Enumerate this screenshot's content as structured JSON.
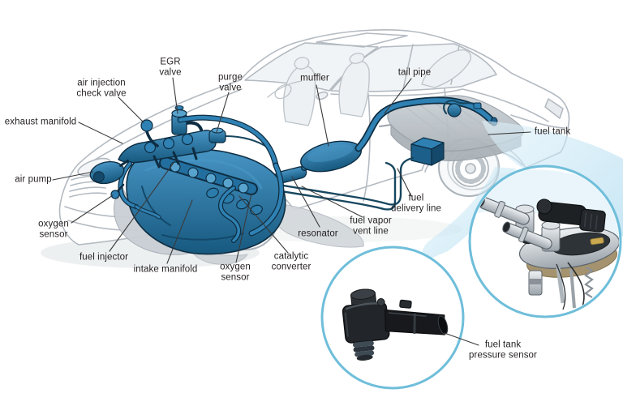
{
  "diagram": {
    "title": "car fuel and emission system diagram",
    "labels": {
      "egr_valve": "EGR\nvalve",
      "air_injection_check_valve": "air injection\ncheck valve",
      "exhaust_manifold": "exhaust manifold",
      "air_pump": "air pump",
      "oxygen_sensor_front": "oxygen\nsensor",
      "fuel_injector": "fuel injector",
      "intake_manifold": "intake manifold",
      "purge_valve": "purge\nvalve",
      "muffler": "muffler",
      "tail_pipe": "tail pipe",
      "fuel_tank": "fuel tank",
      "fuel_delivery_line": "fuel\ndelivery line",
      "fuel_vapor_vent_line": "fuel vapor\nvent line",
      "resonator": "resonator",
      "oxygen_sensor_rear": "oxygen\nsensor",
      "catalytic_converter": "catalytic\nconverter",
      "fuel_tank_pressure_sensor": "fuel tank\npressure sensor"
    },
    "colors": {
      "component_blue": "#2f81b3",
      "component_blue_dark": "#0e2d42",
      "component_blue_deep": "#17597f",
      "fuel_line_navy": "#17465f",
      "car_outline_gray": "#b3bac1",
      "callout_ring_blue": "#6fbeda",
      "beam_light_blue": "#cfe9f6",
      "label_text": "#231f20",
      "background": "#ffffff"
    }
  }
}
